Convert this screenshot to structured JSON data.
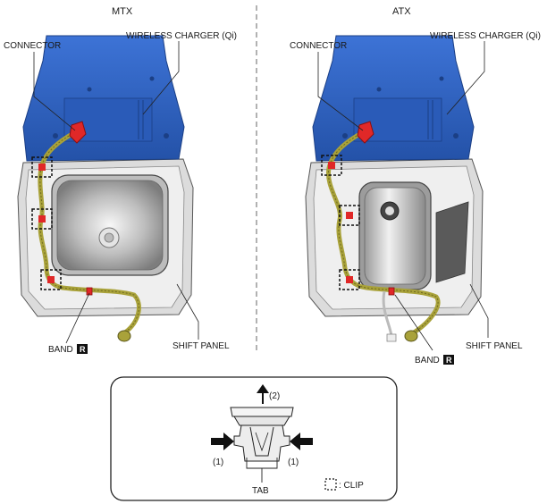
{
  "panels": {
    "left": {
      "title": "MTX",
      "connector_label": "CONNECTOR",
      "charger_label": "WIRELESS CHARGER (Qi)",
      "band_label": "BAND",
      "band_badge": "R",
      "shift_panel_label": "SHIFT PANEL"
    },
    "right": {
      "title": "ATX",
      "connector_label": "CONNECTOR",
      "charger_label": "WIRELESS CHARGER (Qi)",
      "band_label": "BAND",
      "band_badge": "R",
      "shift_panel_label": "SHIFT PANEL"
    }
  },
  "detail": {
    "pull_label": "(2)",
    "press_left_label": "(1)",
    "press_right_label": "(1)",
    "tab_label": "TAB",
    "legend_label": ": CLIP"
  },
  "colors": {
    "charger_blue": "#2f63c4",
    "connector_red": "#e02828",
    "harness_olive": "#a9a23a",
    "panel_gray": "#d9d9d9"
  }
}
